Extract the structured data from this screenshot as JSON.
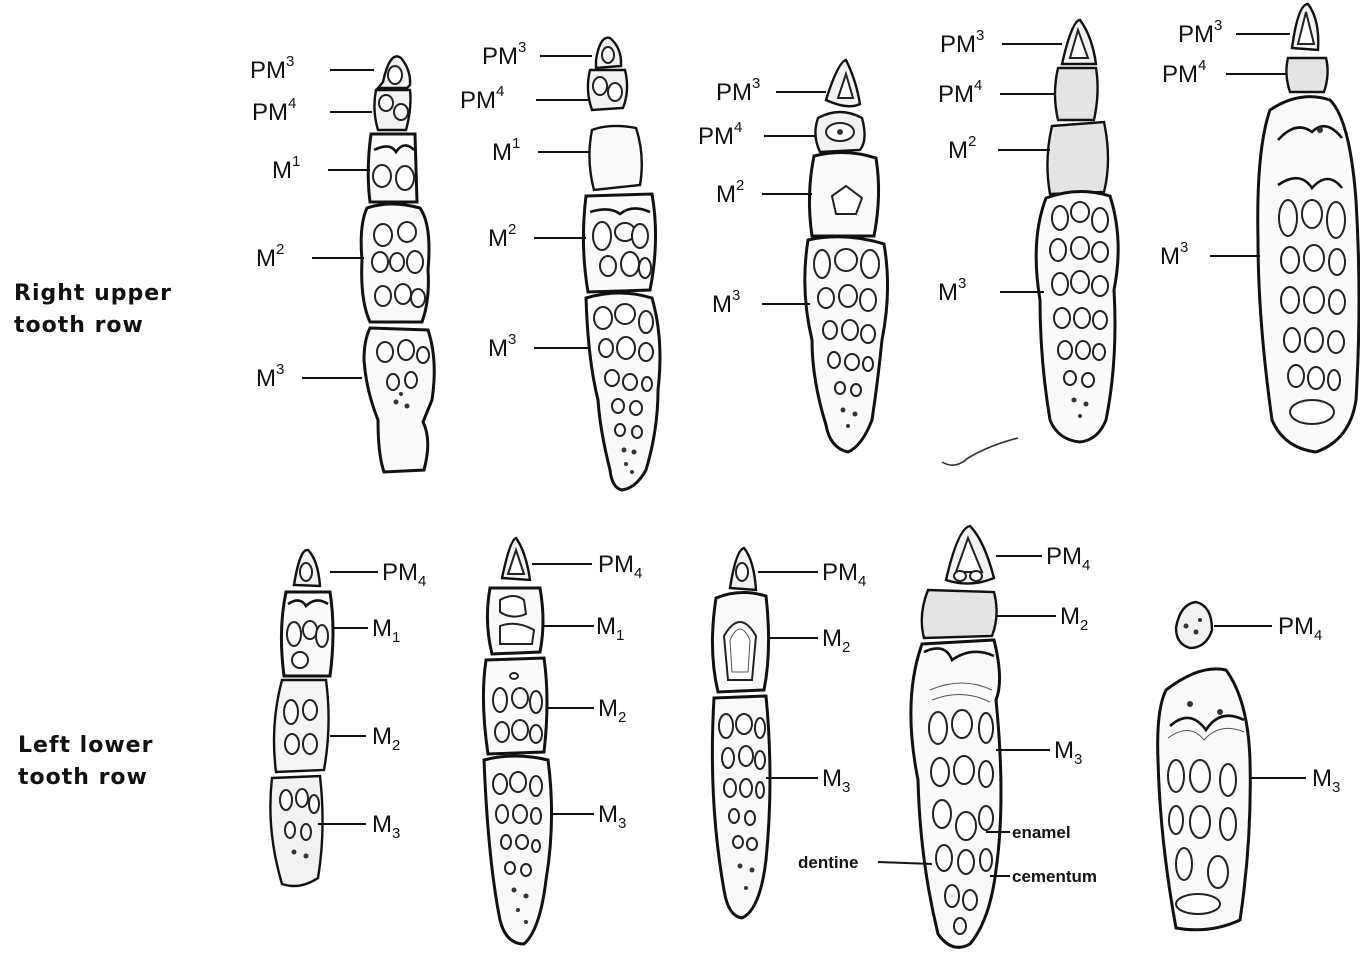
{
  "rows": {
    "upper_label": [
      "Right upper",
      "tooth row"
    ],
    "lower_label": [
      "Left lower",
      "tooth row"
    ]
  },
  "upper": [
    {
      "labels": [
        [
          "PM",
          "3"
        ],
        [
          "PM",
          "4"
        ],
        [
          "M",
          "1"
        ],
        [
          "M",
          "2"
        ],
        [
          "M",
          "3"
        ]
      ]
    },
    {
      "labels": [
        [
          "PM",
          "3"
        ],
        [
          "PM",
          "4"
        ],
        [
          "M",
          "1"
        ],
        [
          "M",
          "2"
        ],
        [
          "M",
          "3"
        ]
      ]
    },
    {
      "labels": [
        [
          "PM",
          "3"
        ],
        [
          "PM",
          "4"
        ],
        [
          "M",
          "2"
        ],
        [
          "M",
          "3"
        ]
      ]
    },
    {
      "labels": [
        [
          "PM",
          "3"
        ],
        [
          "PM",
          "4"
        ],
        [
          "M",
          "2"
        ],
        [
          "M",
          "3"
        ]
      ]
    },
    {
      "labels": [
        [
          "PM",
          "3"
        ],
        [
          "PM",
          "4"
        ],
        [
          "M",
          "3"
        ]
      ]
    }
  ],
  "lower": [
    {
      "labels": [
        [
          "PM",
          "4"
        ],
        [
          "M",
          "1"
        ],
        [
          "M",
          "2"
        ],
        [
          "M",
          "3"
        ]
      ]
    },
    {
      "labels": [
        [
          "PM",
          "4"
        ],
        [
          "M",
          "1"
        ],
        [
          "M",
          "2"
        ],
        [
          "M",
          "3"
        ]
      ]
    },
    {
      "labels": [
        [
          "PM",
          "4"
        ],
        [
          "M",
          "2"
        ],
        [
          "M",
          "3"
        ]
      ]
    },
    {
      "labels": [
        [
          "PM",
          "4"
        ],
        [
          "M",
          "2"
        ],
        [
          "M",
          "3"
        ]
      ]
    },
    {
      "labels": [
        [
          "PM",
          "4"
        ],
        [
          "M",
          "3"
        ]
      ]
    }
  ],
  "tissues": {
    "enamel": "enamel",
    "dentine": "dentine",
    "cementum": "cementum"
  }
}
